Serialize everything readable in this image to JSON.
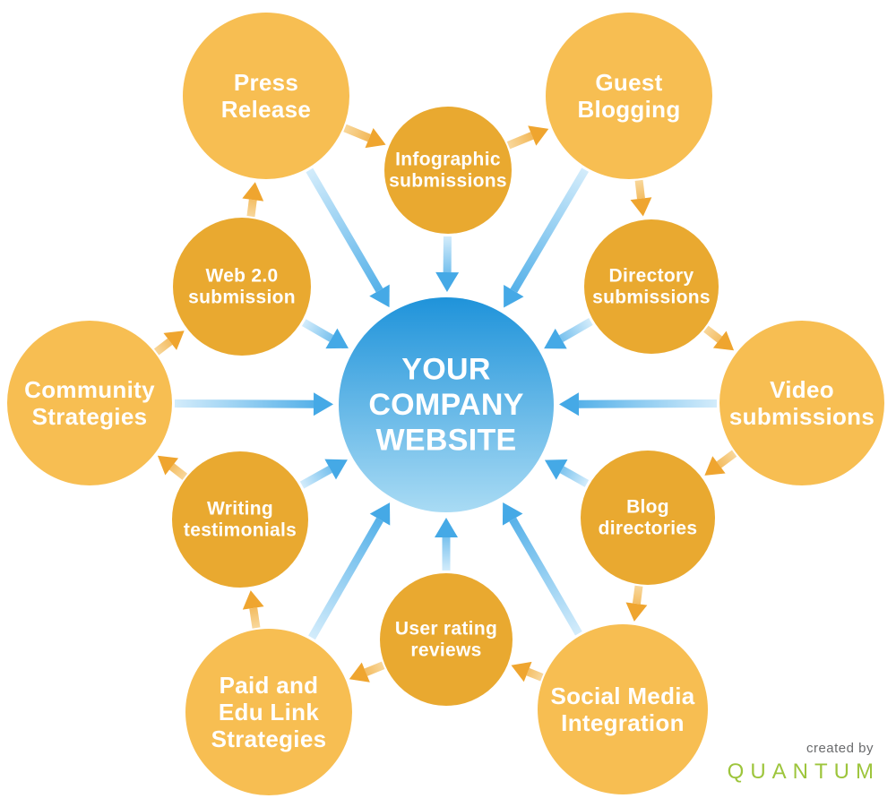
{
  "diagram": {
    "center_node": {
      "id": "center",
      "lines": [
        "YOUR",
        "COMPANY",
        "WEBSITE"
      ]
    },
    "nodes": [
      {
        "id": "press-release",
        "lines": [
          "Press",
          "Release"
        ],
        "tone": "light"
      },
      {
        "id": "infographic-submissions",
        "lines": [
          "Infographic",
          "submissions"
        ],
        "tone": "dark"
      },
      {
        "id": "guest-blogging",
        "lines": [
          "Guest",
          "Blogging"
        ],
        "tone": "light"
      },
      {
        "id": "directory-submissions",
        "lines": [
          "Directory",
          "submissions"
        ],
        "tone": "dark"
      },
      {
        "id": "video-submissions",
        "lines": [
          "Video",
          "submissions"
        ],
        "tone": "light"
      },
      {
        "id": "blog-directories",
        "lines": [
          "Blog",
          "directories"
        ],
        "tone": "dark"
      },
      {
        "id": "social-media-integration",
        "lines": [
          "Social Media",
          "Integration"
        ],
        "tone": "light"
      },
      {
        "id": "user-rating-reviews",
        "lines": [
          "User rating",
          "reviews"
        ],
        "tone": "dark"
      },
      {
        "id": "paid-edu-link-strategies",
        "lines": [
          "Paid and",
          "Edu Link",
          "Strategies"
        ],
        "tone": "light"
      },
      {
        "id": "writing-testimonials",
        "lines": [
          "Writing",
          "testimonials"
        ],
        "tone": "dark"
      },
      {
        "id": "community-strategies",
        "lines": [
          "Community",
          "Strategies"
        ],
        "tone": "light"
      },
      {
        "id": "web20-submission",
        "lines": [
          "Web 2.0",
          "submission"
        ],
        "tone": "dark"
      }
    ],
    "hub_edges": [
      "press-release",
      "infographic-submissions",
      "guest-blogging",
      "directory-submissions",
      "video-submissions",
      "blog-directories",
      "social-media-integration",
      "user-rating-reviews",
      "paid-edu-link-strategies",
      "writing-testimonials",
      "community-strategies",
      "web20-submission"
    ],
    "chain_edges": [
      [
        "community-strategies",
        "web20-submission"
      ],
      [
        "web20-submission",
        "press-release"
      ],
      [
        "press-release",
        "infographic-submissions"
      ],
      [
        "infographic-submissions",
        "guest-blogging"
      ],
      [
        "guest-blogging",
        "directory-submissions"
      ],
      [
        "directory-submissions",
        "video-submissions"
      ],
      [
        "video-submissions",
        "blog-directories"
      ],
      [
        "blog-directories",
        "social-media-integration"
      ],
      [
        "social-media-integration",
        "user-rating-reviews"
      ],
      [
        "user-rating-reviews",
        "paid-edu-link-strategies"
      ],
      [
        "paid-edu-link-strategies",
        "writing-testimonials"
      ],
      [
        "writing-testimonials",
        "community-strategies"
      ]
    ],
    "colors": {
      "node_light": "#F7BE52",
      "node_dark": "#E9A930",
      "center_top": "#1F93DA",
      "center_bottom": "#A9DBF4",
      "blue_arrow_tail": "#D3ECFB",
      "blue_arrow_head": "#45A9E6",
      "orange_arrow_tail": "#F8D79B",
      "orange_arrow_head": "#EFA52F",
      "label": "#FFFFFF"
    }
  },
  "footer": {
    "created_by": "created by",
    "brand": "QUANTUM",
    "created_by_color": "#6A6B6D",
    "brand_color": "#9DC53C"
  }
}
